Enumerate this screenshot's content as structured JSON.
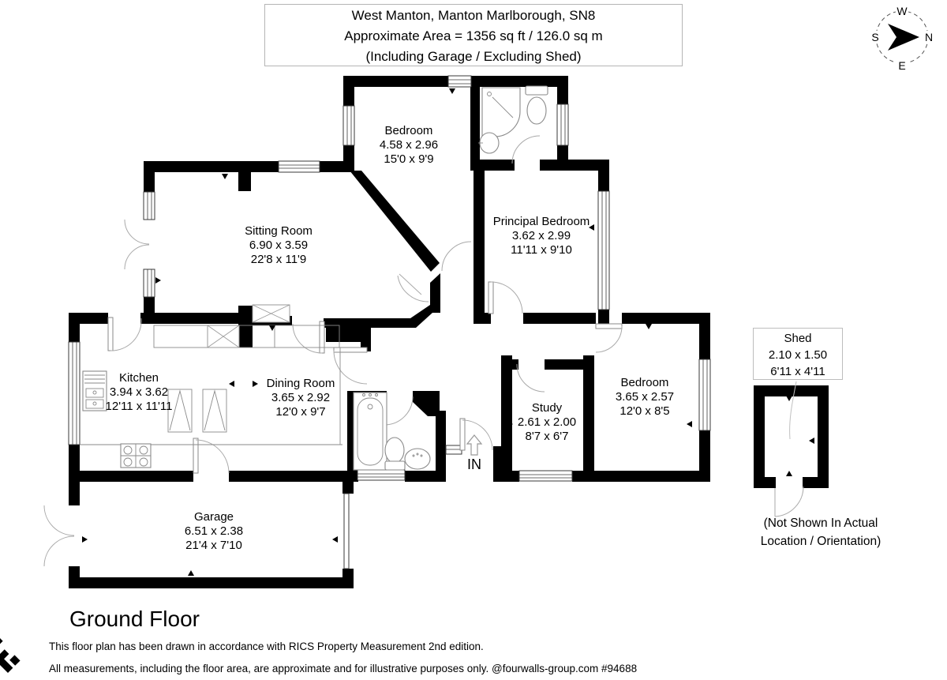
{
  "title": {
    "line1": "West Manton, Manton Marlborough, SN8",
    "line2": "Approximate Area = 1356 sq ft / 126.0 sq m",
    "line3": "(Including Garage / Excluding Shed)"
  },
  "compass": {
    "top": "W",
    "right": "N",
    "bottom": "E",
    "left": "S"
  },
  "rooms": {
    "bedroom_top": {
      "name": "Bedroom",
      "metric": "4.58 x 2.96",
      "imperial": "15'0 x 9'9"
    },
    "sitting_room": {
      "name": "Sitting Room",
      "metric": "6.90 x 3.59",
      "imperial": "22'8 x 11'9"
    },
    "principal_bedroom": {
      "name": "Principal Bedroom",
      "metric": "3.62 x 2.99",
      "imperial": "11'11 x 9'10"
    },
    "kitchen": {
      "name": "Kitchen",
      "metric": "3.94 x 3.62",
      "imperial": "12'11 x 11'11"
    },
    "dining_room": {
      "name": "Dining Room",
      "metric": "3.65 x 2.92",
      "imperial": "12'0 x 9'7"
    },
    "study": {
      "name": "Study",
      "metric": "2.61 x 2.00",
      "imperial": "8'7 x 6'7"
    },
    "bedroom_right": {
      "name": "Bedroom",
      "metric": "3.65 x 2.57",
      "imperial": "12'0 x 8'5"
    },
    "garage": {
      "name": "Garage",
      "metric": "6.51 x 2.38",
      "imperial": "21'4 x 7'10"
    }
  },
  "shed": {
    "name": "Shed",
    "metric": "2.10 x 1.50",
    "imperial": "6'11 x 4'11",
    "note1": "(Not Shown In Actual",
    "note2": "Location / Orientation)"
  },
  "entrance_label": "IN",
  "floor_label": "Ground Floor",
  "footer": {
    "line1": "This floor plan has been drawn in accordance with RICS Property Measurement 2nd edition.",
    "line2": "All measurements, including the floor area, are approximate and for illustrative purposes only. @fourwalls-group.com #94688"
  },
  "colors": {
    "wall": "#000000",
    "background": "#ffffff"
  }
}
